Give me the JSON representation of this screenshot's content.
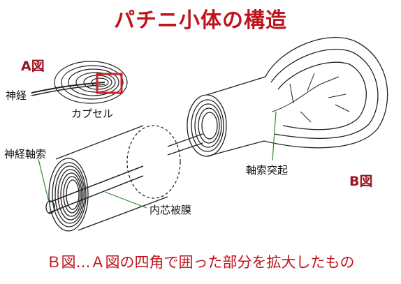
{
  "title": "パチニ小体の構造",
  "figure_a": {
    "label": "A図",
    "nerve_label": "神経",
    "capsule_label": "カプセル"
  },
  "figure_b": {
    "label": "B図",
    "axon_label": "神経軸索",
    "inner_core_label": "内芯被膜",
    "axon_process_label": "軸索突起"
  },
  "caption": "Ｂ図…Ａ図の四角で囲った部分を拡大したもの",
  "colors": {
    "title": "#c0141c",
    "label_red": "#9c1420",
    "leader_line": "#2e8b2e",
    "highlight_box": "#d0202a"
  }
}
